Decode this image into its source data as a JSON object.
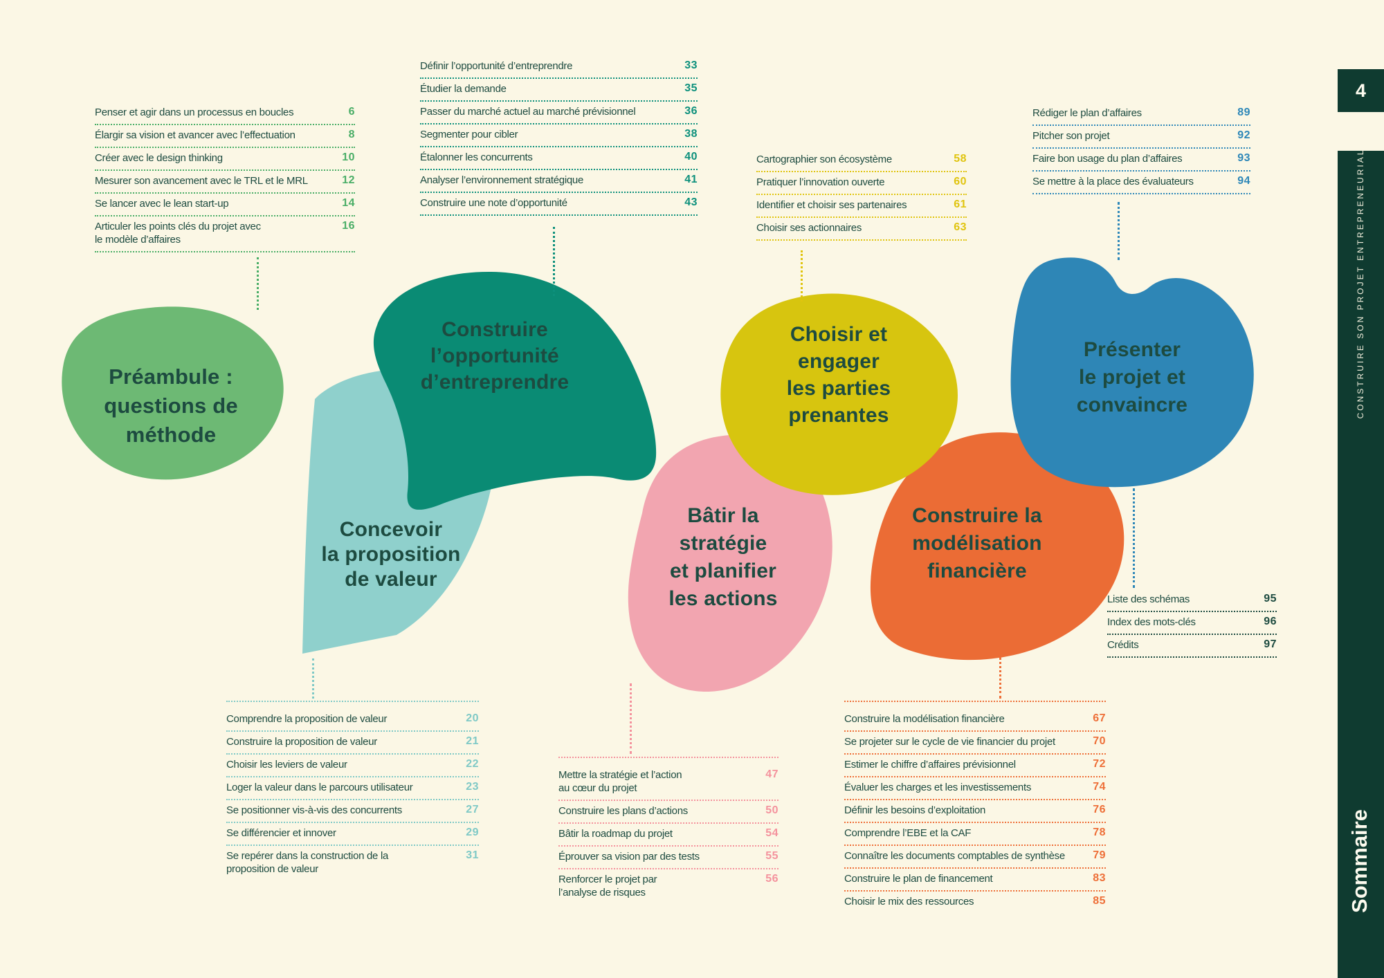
{
  "page": {
    "background": "#fbf7e5",
    "ink": "#1d4b40"
  },
  "sidebar": {
    "page_number": "4",
    "spine_title": "CONSTRUIRE SON PROJET ENTREPRENEURIAL",
    "tab_label": "Sommaire",
    "color": "#0f3b30"
  },
  "sections": [
    {
      "id": "preambule",
      "title_lines": [
        "Préambule :",
        "questions de",
        "méthode"
      ],
      "color": "#6db974",
      "accent": "#4aae67",
      "items": [
        {
          "label": "Penser et agir dans un processus en boucles",
          "page": "6"
        },
        {
          "label": "Élargir sa vision et avancer avec l’effectuation",
          "page": "8"
        },
        {
          "label": "Créer avec le design thinking",
          "page": "10"
        },
        {
          "label": "Mesurer son avancement avec le TRL et le MRL",
          "page": "12"
        },
        {
          "label": "Se lancer avec le lean start-up",
          "page": "14"
        },
        {
          "label": "Articuler les points clés du projet avec",
          "label2": "le modèle d’affaires",
          "page": "16"
        }
      ]
    },
    {
      "id": "opportunite",
      "title_lines": [
        "Construire",
        "l’opportunité",
        "d’entreprendre"
      ],
      "color": "#0a8b74",
      "accent": "#0d907c",
      "items": [
        {
          "label": "Définir l’opportunité d’entreprendre",
          "page": "33"
        },
        {
          "label": "Étudier la demande",
          "page": "35"
        },
        {
          "label": "Passer du marché actuel au marché prévisionnel",
          "page": "36"
        },
        {
          "label": "Segmenter pour cibler",
          "page": "38"
        },
        {
          "label": "Étalonner les concurrents",
          "page": "40"
        },
        {
          "label": "Analyser l’environnement stratégique",
          "page": "41"
        },
        {
          "label": "Construire une note d’opportunité",
          "page": "43"
        }
      ]
    },
    {
      "id": "parties-prenantes",
      "title_lines": [
        "Choisir et",
        "engager",
        "les parties",
        "prenantes"
      ],
      "color": "#d7c50f",
      "accent": "#e0c40e",
      "items": [
        {
          "label": "Cartographier son écosystème",
          "page": "58"
        },
        {
          "label": "Pratiquer l’innovation ouverte",
          "page": "60"
        },
        {
          "label": "Identifier et choisir ses partenaires",
          "page": "61"
        },
        {
          "label": "Choisir ses actionnaires",
          "page": "63"
        }
      ]
    },
    {
      "id": "presenter",
      "title_lines": [
        "Présenter",
        "le projet et",
        "convaincre"
      ],
      "color": "#2e86b6",
      "accent": "#2d87b8",
      "items": [
        {
          "label": "Rédiger le plan d’affaires",
          "page": "89"
        },
        {
          "label": "Pitcher son projet",
          "page": "92"
        },
        {
          "label": "Faire bon usage du plan d’affaires",
          "page": "93"
        },
        {
          "label": "Se mettre à la place des évaluateurs",
          "page": "94"
        }
      ]
    },
    {
      "id": "proposition-valeur",
      "title_lines": [
        "Concevoir",
        "la proposition",
        "de valeur"
      ],
      "color": "#8fd0cc",
      "accent": "#7fc9c6",
      "items": [
        {
          "label": "Comprendre la proposition de valeur",
          "page": "20"
        },
        {
          "label": "Construire la proposition de valeur",
          "page": "21"
        },
        {
          "label": "Choisir les leviers de valeur",
          "page": "22"
        },
        {
          "label": "Loger la valeur dans le parcours utilisateur",
          "page": "23"
        },
        {
          "label": "Se positionner vis-à-vis des concurrents",
          "page": "27"
        },
        {
          "label": "Se différencier et innover",
          "page": "29"
        },
        {
          "label": "Se repérer dans la construction de la",
          "label2": "proposition de valeur",
          "page": "31"
        }
      ]
    },
    {
      "id": "strategie",
      "title_lines": [
        "Bâtir la",
        "stratégie",
        "et planifier",
        "les actions"
      ],
      "color": "#f2a5b0",
      "accent": "#f4929d",
      "items": [
        {
          "label": "Mettre la stratégie et l’action",
          "label2": "au cœur du projet",
          "page": "47"
        },
        {
          "label": "Construire les plans d’actions",
          "page": "50"
        },
        {
          "label": "Bâtir la roadmap du projet",
          "page": "54"
        },
        {
          "label": "Éprouver sa vision par des tests",
          "page": "55"
        },
        {
          "label": "Renforcer le projet par",
          "label2": "l’analyse de risques",
          "page": "56"
        }
      ]
    },
    {
      "id": "modelisation",
      "title_lines": [
        "Construire la",
        "modélisation",
        "financière"
      ],
      "color": "#eb6c35",
      "accent": "#ee6f38",
      "items": [
        {
          "label": "Construire la modélisation financière",
          "page": "67"
        },
        {
          "label": "Se projeter sur le cycle de vie financier du projet",
          "page": "70"
        },
        {
          "label": "Estimer le chiffre d’affaires prévisionnel",
          "page": "72"
        },
        {
          "label": "Évaluer les charges et les investissements",
          "page": "74"
        },
        {
          "label": "Définir les besoins d’exploitation",
          "page": "76"
        },
        {
          "label": "Comprendre l’EBE et la CAF",
          "page": "78"
        },
        {
          "label": "Connaître les documents comptables de synthèse",
          "page": "79"
        },
        {
          "label": "Construire le plan de financement",
          "page": "83"
        },
        {
          "label": "Choisir le mix des ressources",
          "page": "85"
        }
      ]
    }
  ],
  "annexes": {
    "accent": "#1d4b40",
    "items": [
      {
        "label": "Liste des schémas",
        "page": "95"
      },
      {
        "label": "Index des mots-clés",
        "page": "96"
      },
      {
        "label": "Crédits",
        "page": "97"
      }
    ]
  }
}
